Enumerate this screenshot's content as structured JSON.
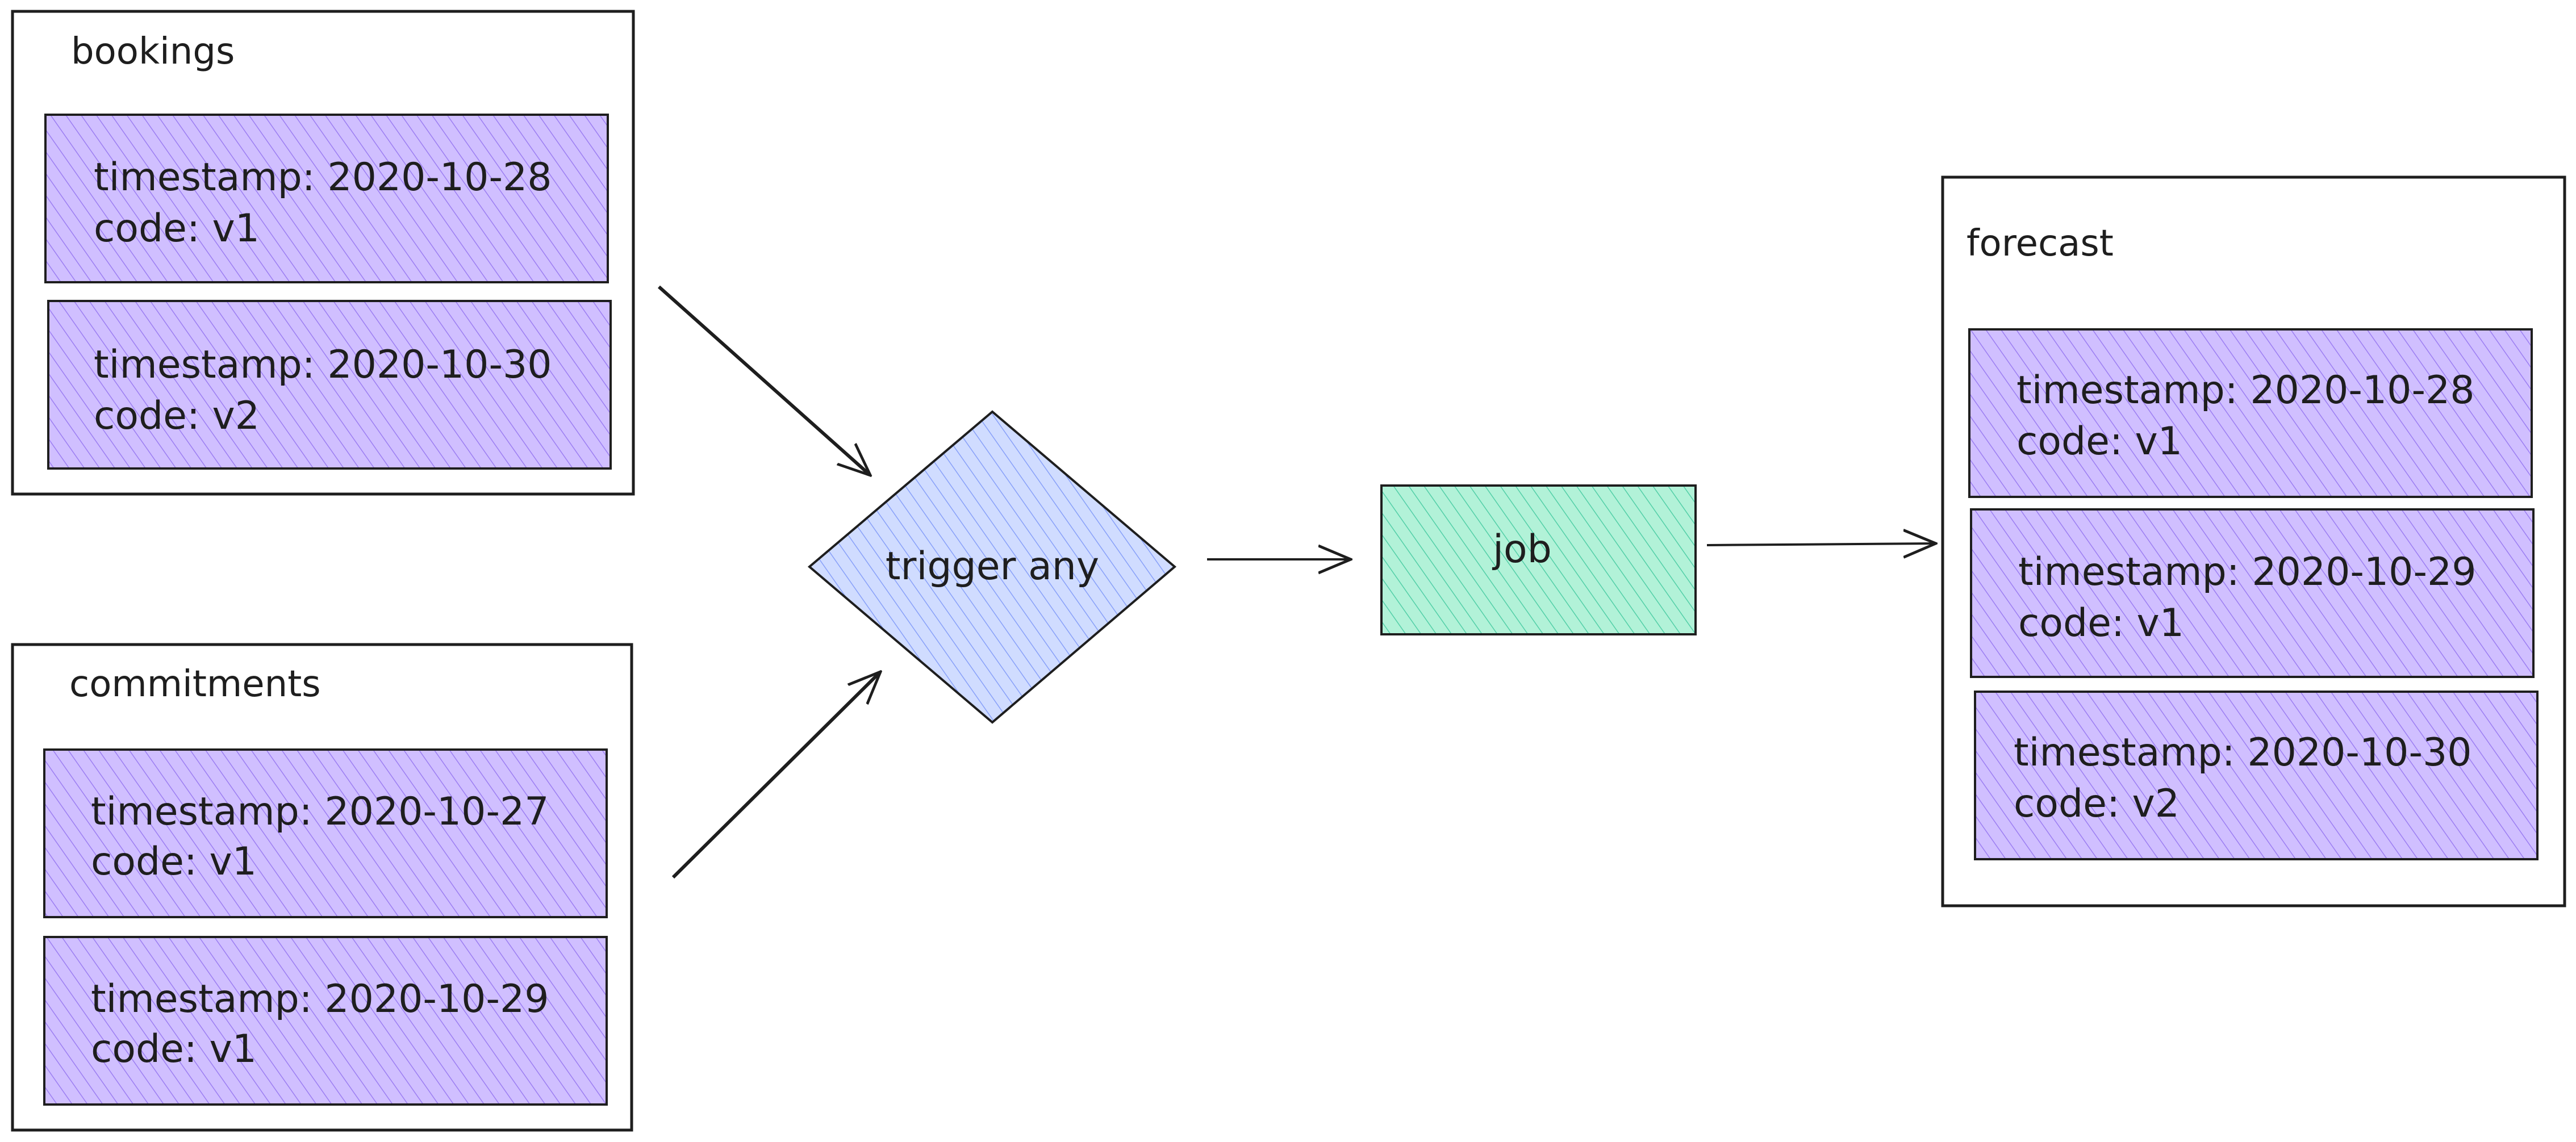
{
  "colors": {
    "stroke": "#1e1e1e",
    "record_fill": "#d0bfff",
    "record_hatch": "#7048e8",
    "trigger_fill": "#d0dcff",
    "trigger_hatch": "#4c6ef5",
    "job_fill": "#b2f2d8",
    "job_hatch": "#12b886",
    "background": "#ffffff"
  },
  "groups": {
    "bookings": {
      "title": "bookings",
      "records": [
        {
          "line1": "timestamp: 2020-10-28",
          "line2": "code: v1"
        },
        {
          "line1": "timestamp: 2020-10-30",
          "line2": "code: v2"
        }
      ]
    },
    "commitments": {
      "title": "commitments",
      "records": [
        {
          "line1": "timestamp: 2020-10-27",
          "line2": "code: v1"
        },
        {
          "line1": "timestamp: 2020-10-29",
          "line2": "code: v1"
        }
      ]
    },
    "forecast": {
      "title": "forecast",
      "records": [
        {
          "line1": "timestamp: 2020-10-28",
          "line2": "code: v1"
        },
        {
          "line1": "timestamp: 2020-10-29",
          "line2": "code: v1"
        },
        {
          "line1": "timestamp: 2020-10-30",
          "line2": "code: v2"
        }
      ]
    }
  },
  "trigger": {
    "label": "trigger any"
  },
  "job": {
    "label": "job"
  }
}
